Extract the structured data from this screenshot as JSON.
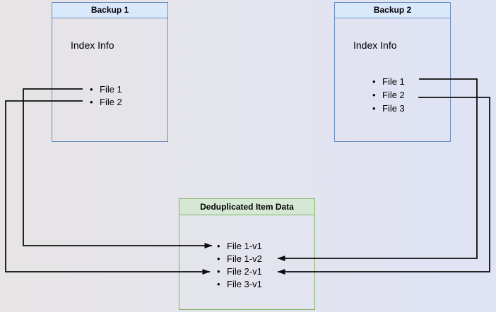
{
  "diagram": {
    "backup1": {
      "title": "Backup 1",
      "section_label": "Index Info",
      "files": [
        "File 1",
        "File 2"
      ]
    },
    "backup2": {
      "title": "Backup 2",
      "section_label": "Index Info",
      "files": [
        "File 1",
        "File 2",
        "File 3"
      ]
    },
    "dedup_store": {
      "title": "Deduplicated Item Data",
      "items": [
        "File 1-v1",
        "File 1-v2",
        "File 2-v1",
        "File 3-v1"
      ]
    },
    "connections": [
      {
        "from": "Backup 1 / File 1",
        "to": "File 1-v1"
      },
      {
        "from": "Backup 1 / File 2",
        "to": "File 2-v1"
      },
      {
        "from": "Backup 2 / File 1",
        "to": "File 1-v2"
      },
      {
        "from": "Backup 2 / File 2",
        "to": "File 2-v1"
      }
    ]
  },
  "glyphs": {
    "bullet": "•"
  },
  "colors": {
    "canvas_bg_left": "#e7e4e5",
    "canvas_bg_right": "#dfe3f5",
    "blue_border": "#6c8ebf",
    "blue_header_fill": "#dae8fc",
    "green_border": "#82b366",
    "green_header_fill": "#d5e8d4",
    "connector": "#0d0d0d",
    "text": "#000000"
  }
}
